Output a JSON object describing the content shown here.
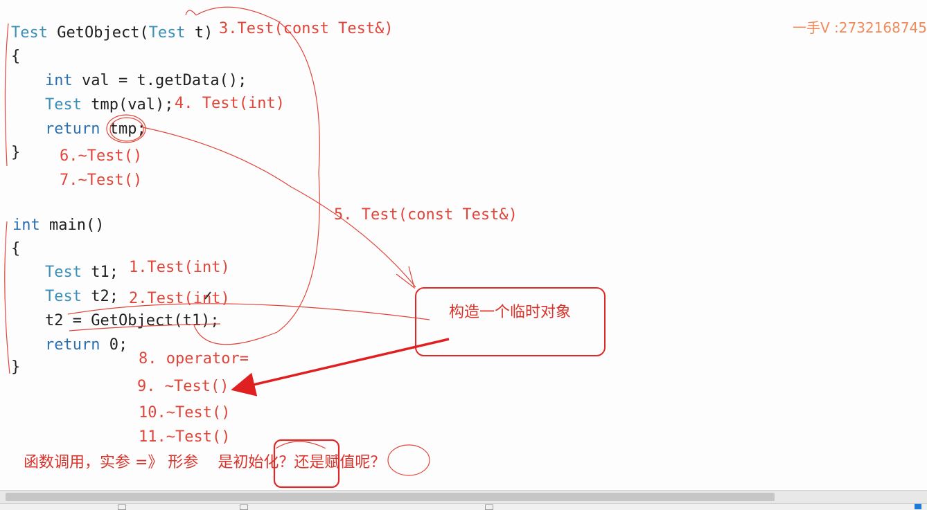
{
  "watermark": "一手V :2732168745",
  "code": {
    "getobject_sig_type": "Test",
    "getobject_sig_rest": " GetObject(",
    "getobject_param_type": "Test",
    "getobject_param_rest": " t)",
    "open_brace_1": "{",
    "line_int_kw": "int",
    "line_int_rest": " val = t.getData();",
    "line_test_type": "Test",
    "line_test_rest": " tmp(val);",
    "line_return_kw": "return",
    "line_return_rest": " tmp;",
    "close_brace_1": "}",
    "main_kw": "int",
    "main_rest": " main()",
    "open_brace_2": "{",
    "t1_type": "Test",
    "t1_rest": " t1;",
    "t2_type": "Test",
    "t2_rest": " t2;",
    "assign_line": "t2 = GetObject(t1);",
    "ret0_kw": "return",
    "ret0_rest": " 0;",
    "close_brace_2": "}"
  },
  "annotations": {
    "n3": "3.Test(const Test&)",
    "n4": "4. Test(int)",
    "n6": "6.~Test()",
    "n7": "7.~Test()",
    "n5": "5. Test(const Test&)",
    "n1": "1.Test(int)",
    "n2": "2.Test(int)",
    "n8": "8. operator=",
    "n9": "9. ~Test()",
    "n10": "10.~Test()",
    "n11": "11.~Test()"
  },
  "callout": "构造一个临时对象",
  "question": "函数调用，实参 =》 形参    是初始化？还是赋值呢？",
  "colors": {
    "keyword": "#2a6fb0",
    "type": "#3a8fb8",
    "annotation": "#e0453a",
    "arrow": "#e02020"
  }
}
